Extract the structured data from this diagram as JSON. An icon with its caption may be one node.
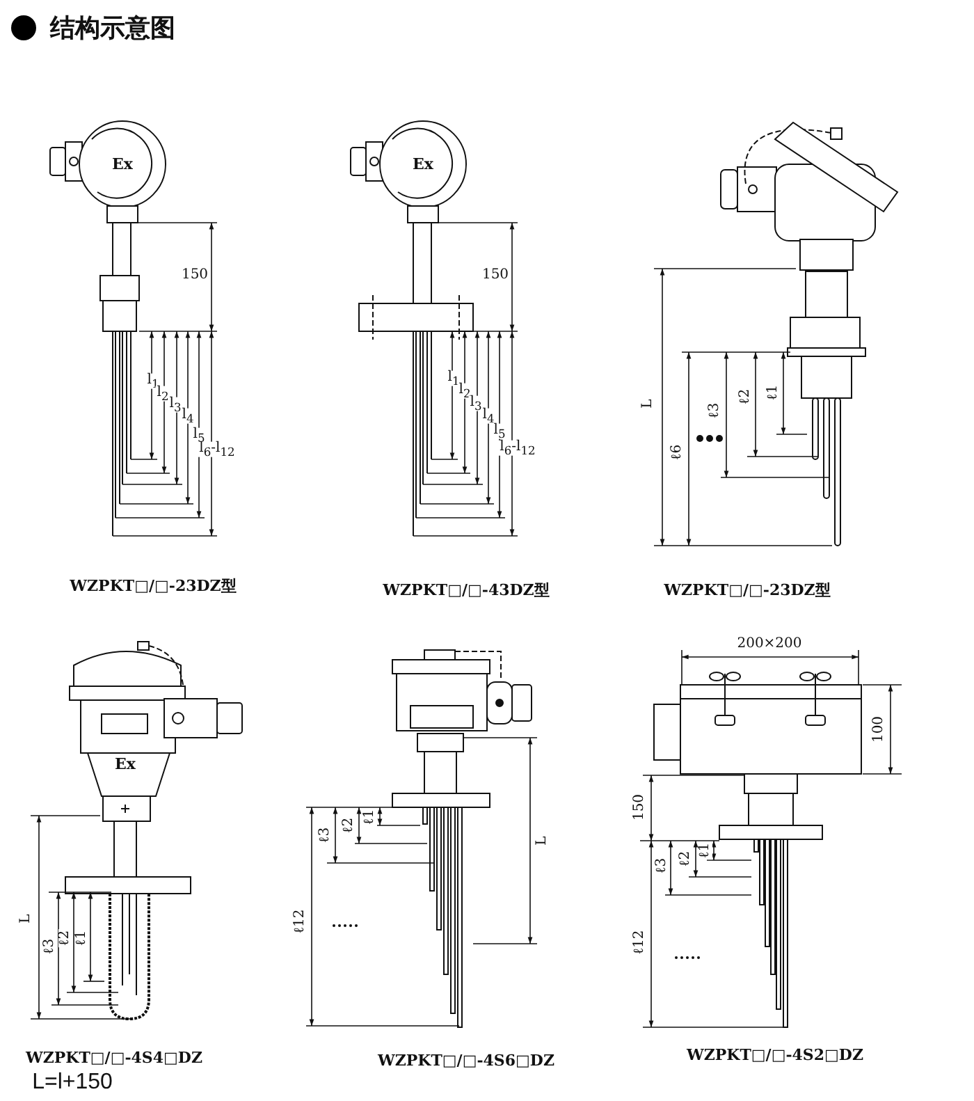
{
  "diagram": {
    "title": "结构示意图",
    "labels": [
      "Ex",
      "150",
      "l$_{1}$",
      "l$_{2}$",
      "l$_{3}$",
      "l$_{4}$",
      "l$_{5}$",
      "l$_{6}$-l$_{12}$",
      "WZPKT□/□-23DZ型",
      "Ex",
      "150",
      "l$_{1}$",
      "l$_{2}$",
      "l$_{3}$",
      "l$_{4}$",
      "l$_{5}$",
      "l$_{6}$-l$_{12}$",
      "WZPKT□/□-43DZ型",
      "L",
      "ℓ6",
      "ℓ3",
      "ℓ2",
      "ℓ1",
      "WZPKT□/□-23DZ型",
      "Ex",
      "L",
      "ℓ3",
      "ℓ2",
      "ℓ1",
      "WZPKT□/□-4S4□DZ",
      "L=l+150",
      "ℓ12",
      "ℓ3",
      "ℓ2",
      "ℓ1",
      "L",
      "WZPKT□/□-4S6□DZ",
      "200×200",
      "100",
      "150",
      "ℓ12",
      "ℓ3",
      "ℓ2",
      "ℓ1",
      "WZPKT□/□-4S2□DZ"
    ]
  }
}
